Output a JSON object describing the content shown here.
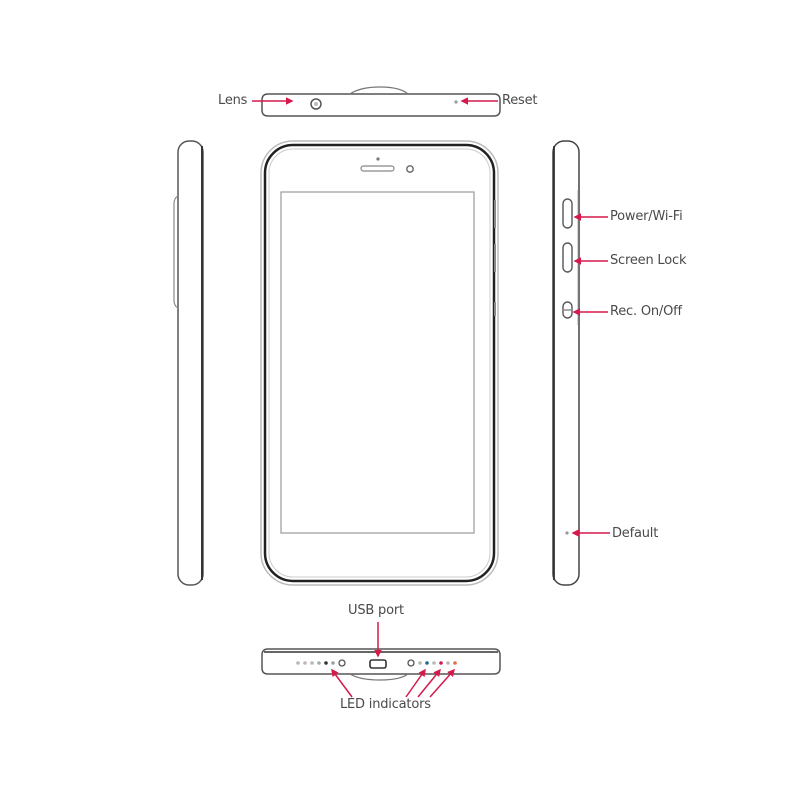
{
  "diagram": {
    "title": "Device hardware layout",
    "views": [
      "top",
      "left-side",
      "front",
      "right-side",
      "bottom"
    ],
    "accent_color": "#d6194b",
    "outline_color": "#333333"
  },
  "labels": {
    "lens": "Lens",
    "reset": "Reset",
    "power_wifi": "Power/Wi-Fi",
    "screen_lock": "Screen Lock",
    "rec_on_off": "Rec. On/Off",
    "default": "Default",
    "usb_port": "USB port",
    "led_indicators": "LED indicators"
  },
  "led_colors": {
    "left_group": [
      "#b8b8b8",
      "#b8b8b8",
      "#b8b8b8",
      "#9ab0a8",
      "#333333",
      "#a0a0a0"
    ],
    "right_group": [
      "#b8b8b8",
      "#1e6b8a",
      "#b8b8b8",
      "#d6194b",
      "#b8b8b8",
      "#e0704a"
    ]
  }
}
